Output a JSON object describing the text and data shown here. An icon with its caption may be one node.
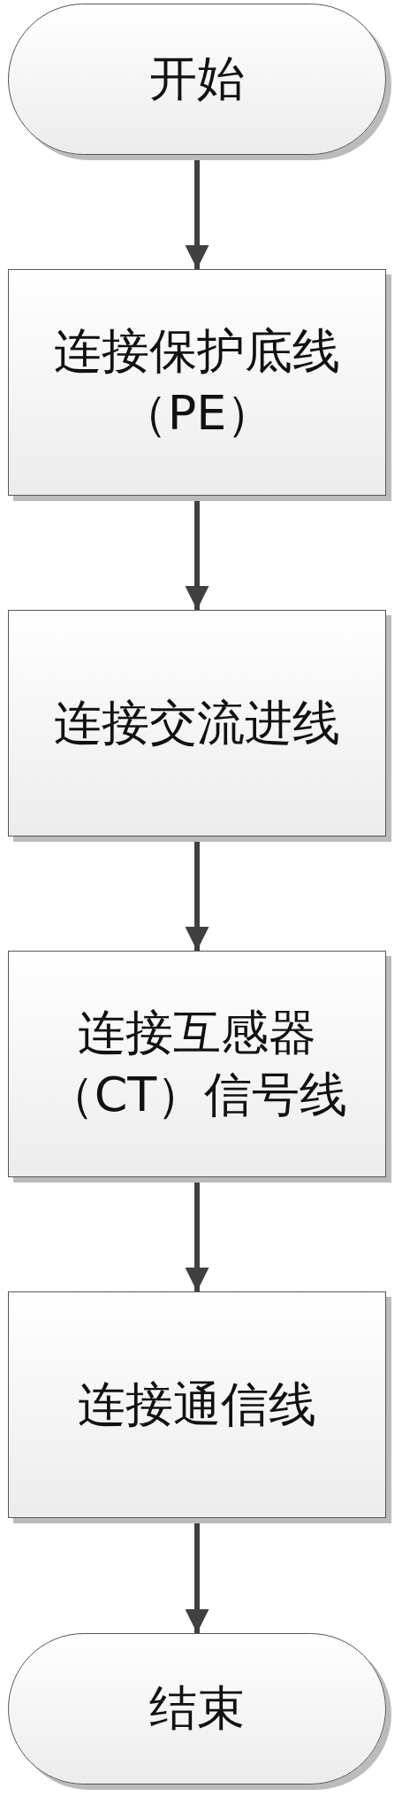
{
  "diagram": {
    "nodes": [
      {
        "text": [
          "开始"
        ]
      },
      {
        "text": [
          "连接保护底线（PE）"
        ]
      },
      {
        "text": [
          "连接交流进线"
        ]
      },
      {
        "text": [
          "连接互感器（CT）信号线"
        ]
      },
      {
        "text": [
          "连接通信线"
        ]
      },
      {
        "text": [
          "结束"
        ]
      }
    ],
    "edges": [
      {
        "from": 0,
        "to": 1,
        "arrow": "to"
      },
      {
        "from": 1,
        "to": 2,
        "arrow": "to"
      },
      {
        "from": 2,
        "to": 3,
        "arrow": "to"
      },
      {
        "from": 3,
        "to": 4,
        "arrow": "to"
      },
      {
        "from": 4,
        "to": 5,
        "arrow": "to"
      }
    ]
  }
}
